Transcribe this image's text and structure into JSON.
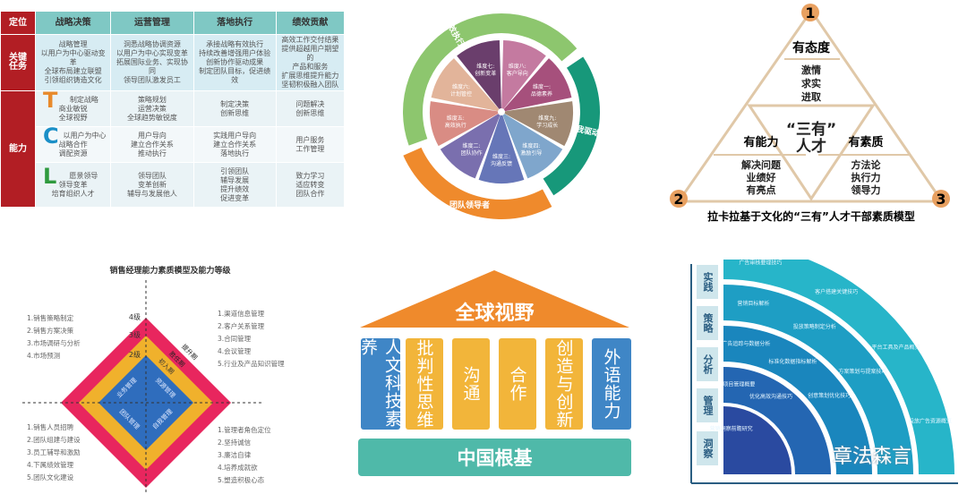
{
  "table": {
    "corner": "定位",
    "columns": [
      "战略决策",
      "运营管理",
      "落地执行",
      "绩效贡献"
    ],
    "task_label": "关键\n任务",
    "tasks": [
      "战略管理\n以用户为中心驱动变革\n全球布局建立联盟\n引领组织铸造文化",
      "洞悉战略协调资源\n以用户为中心实现变革\n拓展国际业务、实现协同\n领导团队激发员工",
      "承接战略有效执行\n持续改善增强用户体验\n创新协作驱动成果\n制定团队目标，促进绩效",
      "高效工作交付结果\n提供超越用户期望的\n产品和服务\n扩展思维提升能力\n坚韧积极融入团队"
    ],
    "ability_label": "能力",
    "rows": [
      {
        "letter": "T",
        "color": "#e8892a",
        "cells": [
          "制定战略\n商业敏锐\n全球视野",
          "策略规划\n运营决策\n全球趋势敏锐度",
          "制定决策\n创新思维",
          "问题解决\n创新思维"
        ]
      },
      {
        "letter": "C",
        "color": "#1a8fc7",
        "cells": [
          "以用户为中心\n战略合作\n调配资源",
          "用户导向\n建立合作关系\n推动执行",
          "实践用户导向\n建立合作关系\n落地执行",
          "用户服务\n工作管理"
        ]
      },
      {
        "letter": "L",
        "color": "#2e9a3e",
        "cells": [
          "愿景领导\n领导变革\n培育组织人才",
          "领导团队\n变革创新\n辅导与发展他人",
          "引领团队\n辅导发展\n提升绩效\n促进变革",
          "致力学习\n适应转变\n团队合作"
        ]
      }
    ]
  },
  "wheel": {
    "slices": [
      {
        "label": "维度八:\n客户导向",
        "color": "#c47aa0"
      },
      {
        "label": "维度一:\n品德素养",
        "color": "#a6507c"
      },
      {
        "label": "维度九:\n学习成长",
        "color": "#a08872"
      },
      {
        "label": "维度四:\n激励引导",
        "color": "#7fa6cc"
      },
      {
        "label": "维度三:\n沟通反馈",
        "color": "#6676b8"
      },
      {
        "label": "维度二:\n团队协作",
        "color": "#7a6fae"
      },
      {
        "label": "维度五:\n高效执行",
        "color": "#d98c84"
      },
      {
        "label": "维度六:\n计划管控",
        "color": "#e2b49a"
      },
      {
        "label": "维度七:\n创新变革",
        "color": "#6a3e6c"
      }
    ],
    "rings": [
      {
        "label": "高效执行者",
        "color": "#8dc66e"
      },
      {
        "label": "自我驱动者",
        "color": "#17987a"
      },
      {
        "label": "团队领导者",
        "color": "#ef8a2c"
      }
    ]
  },
  "triangle": {
    "numbers": [
      "1",
      "2",
      "3"
    ],
    "top": {
      "title": "有态度",
      "items": "激情\n求实\n进取"
    },
    "left": {
      "title": "有能力",
      "items": "解决问题\n业绩好\n有亮点"
    },
    "right": {
      "title": "有素质",
      "items": "方法论\n执行力\n领导力"
    },
    "center": "“三有”\n人才",
    "caption": "拉卡拉基于文化的“三有”人才干部素质模型"
  },
  "diamond": {
    "title": "销售经理能力素质模型及能力等级",
    "levels": [
      "4级",
      "3级",
      "2级"
    ],
    "stages": [
      "提升期",
      "胜任期",
      "初入期"
    ],
    "quadrants": [
      "业务管理",
      "资源管理",
      "团队管理",
      "自我管理"
    ],
    "top_left": [
      "1.销售策略制定",
      "2.销售方案决策",
      "3.市场调研与分析",
      "4.市场预测"
    ],
    "top_right": [
      "1.渠道信息管理",
      "2.客户关系管理",
      "3.合同管理",
      "4.会议管理",
      "5.行业及产品知识管理"
    ],
    "bottom_left": [
      "1.销售人员招聘",
      "2.团队组建与建设",
      "3.员工辅导和激励",
      "4.下属绩效管理",
      "5.团队文化建设"
    ],
    "bottom_right": [
      "1.管理者角色定位",
      "2.坚持诚信",
      "3.廉洁自律",
      "4.培养成就欲",
      "5.塑造积极心态"
    ]
  },
  "house": {
    "roof": "全球视野",
    "pillars": [
      {
        "label": "人文科技素养",
        "color": "#3f86c6"
      },
      {
        "label": "批判性思维",
        "color": "#f2b53a"
      },
      {
        "label": "沟通",
        "color": "#f2b53a"
      },
      {
        "label": "合作",
        "color": "#f2b53a"
      },
      {
        "label": "创造与创新",
        "color": "#f2b53a"
      },
      {
        "label": "外语能力",
        "color": "#3f86c6"
      }
    ],
    "base": "中国根基",
    "roof_color": "#ef8a2c",
    "base_color": "#4fb9a9"
  },
  "quarter": {
    "levels": [
      "实践",
      "策略",
      "分析",
      "管理",
      "洞察"
    ],
    "band_colors": [
      "#27b5c9",
      "#1e9ec4",
      "#1a86bd",
      "#2466b2",
      "#2a4aa0"
    ],
    "texts": [
      [
        "广告审核要理技巧",
        "客户搭建关键技巧",
        "平台工具及产品概览",
        "投放广告资源概览"
      ],
      [
        "营销目标解析",
        "投放策略制定分析",
        "方案策划与提案技巧"
      ],
      [
        "广告追踪与数据分析",
        "标准化数据指标解析",
        "创意策划优化技巧"
      ],
      [
        "项目管理概要",
        "优化高效沟通技巧"
      ],
      [
        "营销洞察前瞻研究"
      ]
    ],
    "watermark": "章法森言"
  }
}
